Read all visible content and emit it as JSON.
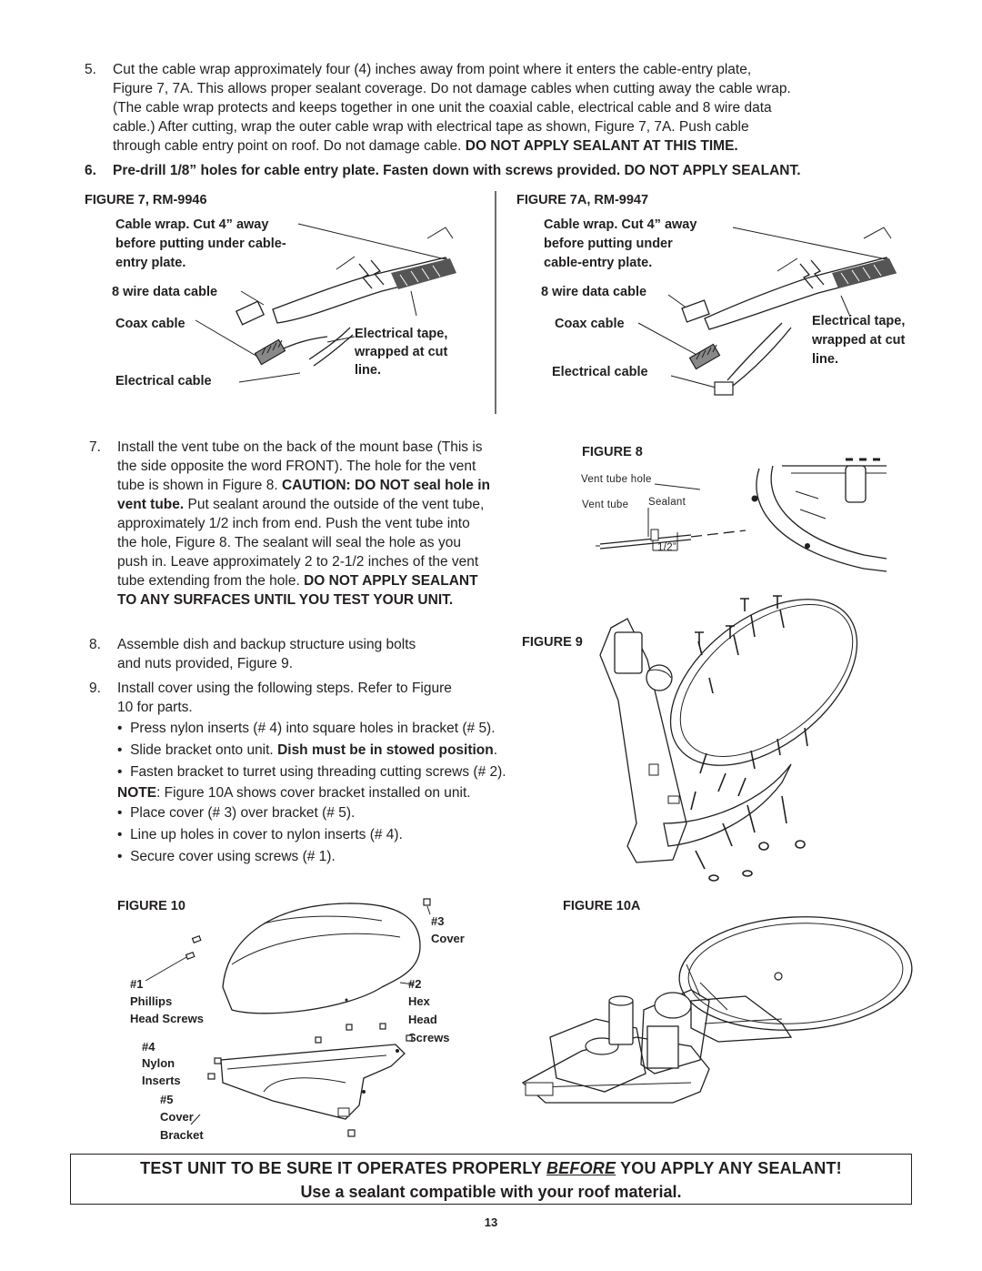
{
  "step5": {
    "number": "5.",
    "line1": "Cut the cable wrap approximately four (4) inches away from   point where it enters the cable-entry plate,",
    "line2": "Figure 7, 7A. This allows proper sealant coverage. Do not damage cables when cutting away the cable wrap.",
    "line3": "(The cable wrap protects and keeps together in one unit the coaxial cable, electrical cable and 8 wire data",
    "line4": "cable.) After cutting, wrap the outer cable wrap with electrical tape as shown, Figure 7, 7A. Push cable",
    "line5_plain": "through cable entry point on roof. Do not damage cable. ",
    "line5_bold": "DO NOT APPLY SEALANT AT THIS TIME."
  },
  "step6": {
    "number": "6.",
    "text": "Pre-drill 1/8” holes for cable entry plate. Fasten down with screws provided. DO NOT APPLY SEALANT."
  },
  "figure7": {
    "title": "FIGURE 7, RM-9946",
    "cable_wrap_1": "Cable wrap. Cut 4” away",
    "cable_wrap_2": "before putting under cable-",
    "cable_wrap_3": "entry plate.",
    "data_cable": "8 wire data cable",
    "coax": "Coax cable",
    "tape_1": "Electrical tape,",
    "tape_2": "wrapped at cut",
    "tape_3": "line.",
    "electrical": "Electrical cable"
  },
  "figure7a": {
    "title": "FIGURE 7A, RM-9947",
    "cable_wrap_1": "Cable wrap. Cut 4” away",
    "cable_wrap_2": "before putting under",
    "cable_wrap_3": "cable-entry plate.",
    "data_cable": "8 wire data cable",
    "coax": "Coax cable",
    "tape_1": "Electrical tape,",
    "tape_2": "wrapped at cut",
    "tape_3": "line.",
    "electrical": "Electrical cable"
  },
  "step7": {
    "number": "7.",
    "line1": "Install the vent tube on the back of the mount base (This is",
    "line2": "the side opposite the word FRONT). The hole for the vent",
    "line3_plain": "tube is shown in Figure 8. ",
    "line3_bold": "CAUTION: DO NOT seal   hole in",
    "line4_bold": "vent tube.",
    "line4_plain": " Put sealant around the outside of the vent tube,",
    "line5": "approximately 1/2 inch from end. Push the vent tube into",
    "line6": "the hole, Figure 8. The sealant will seal the hole as you",
    "line7": "push in. Leave approximately 2 to 2-1/2 inches of the vent",
    "line8_plain": "tube extending from the hole. ",
    "line8_bold": "DO NOT APPLY SEALANT",
    "line9_bold": "TO ANY SURFACES UNTIL YOU TEST YOUR UNIT."
  },
  "figure8": {
    "title": "FIGURE 8",
    "vent_hole": "Vent  tube  hole",
    "vent_tube": "Vent  tube",
    "sealant": "Sealant",
    "half_inch": "1/2”"
  },
  "step8": {
    "number": "8.",
    "line1": "Assemble dish and backup structure using bolts",
    "line2": "and nuts provided, Figure 9."
  },
  "figure9": {
    "title": "FIGURE 9"
  },
  "step9": {
    "number": "9.",
    "line1": "Install cover using the following steps. Refer to Figure",
    "line2": "10 for parts.",
    "bullets": {
      "b1": "Press nylon inserts (# 4) into square holes in bracket (# 5).",
      "b2_plain": "Slide bracket onto unit. ",
      "b2_bold": "Dish must be in stowed position",
      "b2_end": ".",
      "b3": "Fasten bracket to turret using threading cutting screws (# 2).",
      "b4": "Place cover (# 3) over bracket (# 5).",
      "b5": "Line up holes in cover to nylon inserts (# 4).",
      "b6": "Secure cover using screws (# 1)."
    },
    "note_bold": "NOTE",
    "note_plain": ": Figure 10A shows cover bracket installed on unit.",
    "bullet_char": "•"
  },
  "figure10": {
    "title": "FIGURE 10",
    "p3": "#3",
    "p3_name": "Cover",
    "p1": "#1",
    "p1_name_1": "Phillips",
    "p1_name_2": "Head  Screws",
    "p2": "#2",
    "p2_name_1": "Hex",
    "p2_name_2": "Head",
    "p2_name_3": "Screws",
    "p4": "#4",
    "p4_name_1": "Nylon",
    "p4_name_2": "Inserts",
    "p5": "#5",
    "p5_name_1": "Cover",
    "p5_name_2": "Bracket"
  },
  "figure10a": {
    "title": "FIGURE 10A"
  },
  "warning": {
    "part1": "TEST UNIT TO BE SURE IT OPERATES PROPERLY ",
    "emph": "BEFORE",
    "part2": "  YOU APPLY ANY SEALANT!",
    "line2": "Use a sealant compatible with your roof material."
  },
  "page_number": "13"
}
